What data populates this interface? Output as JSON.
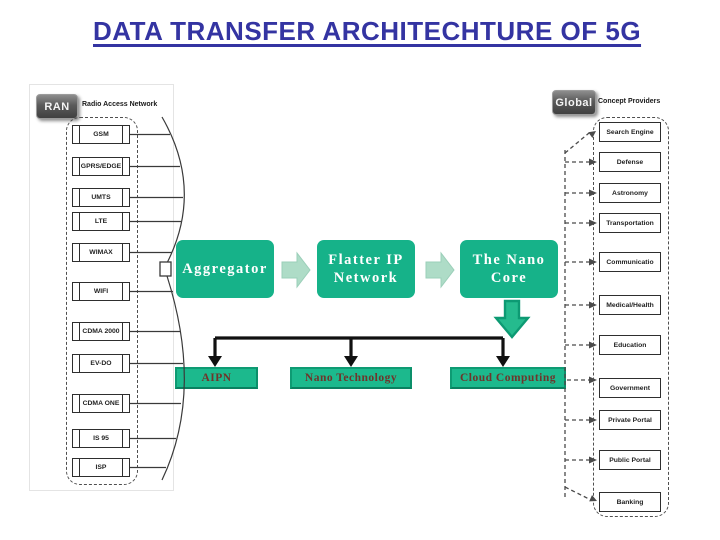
{
  "title": "DATA TRANSFER ARCHITECHTURE OF 5G",
  "ran": {
    "badge": "RAN",
    "caption": "Radio Access Network",
    "items": [
      "GSM",
      "GPRS/EDGE",
      "UMTS",
      "LTE",
      "WIMAX",
      "WIFI",
      "CDMA 2000",
      "EV-DO",
      "CDMA ONE",
      "IS 95",
      "ISP"
    ]
  },
  "global": {
    "badge": "Global",
    "caption": "Concept Providers",
    "items": [
      "Search Engine",
      "Defense",
      "Astronomy",
      "Transportation",
      "Communicatio",
      "Medical/Health",
      "Education",
      "Government",
      "Private Portal",
      "Public Portal",
      "Banking"
    ]
  },
  "flow": {
    "main_nodes": [
      "Aggregator",
      "Flatter IP Network",
      "The Nano Core"
    ],
    "branch_nodes": [
      "AIPN",
      "Nano Technology",
      "Cloud Computing"
    ]
  },
  "colors": {
    "title_blue": "#3434a2",
    "node_green": "#16b289",
    "bar_green": "#1cb98d",
    "bar_border_green": "#0e9b73",
    "bar_text_maroon": "#6e352b",
    "flow_arrow_light_green": "#aedcc7",
    "down_arrow_green": "#25bb8e",
    "line_black": "#111111",
    "dashed_gray": "#4f4f4f"
  }
}
